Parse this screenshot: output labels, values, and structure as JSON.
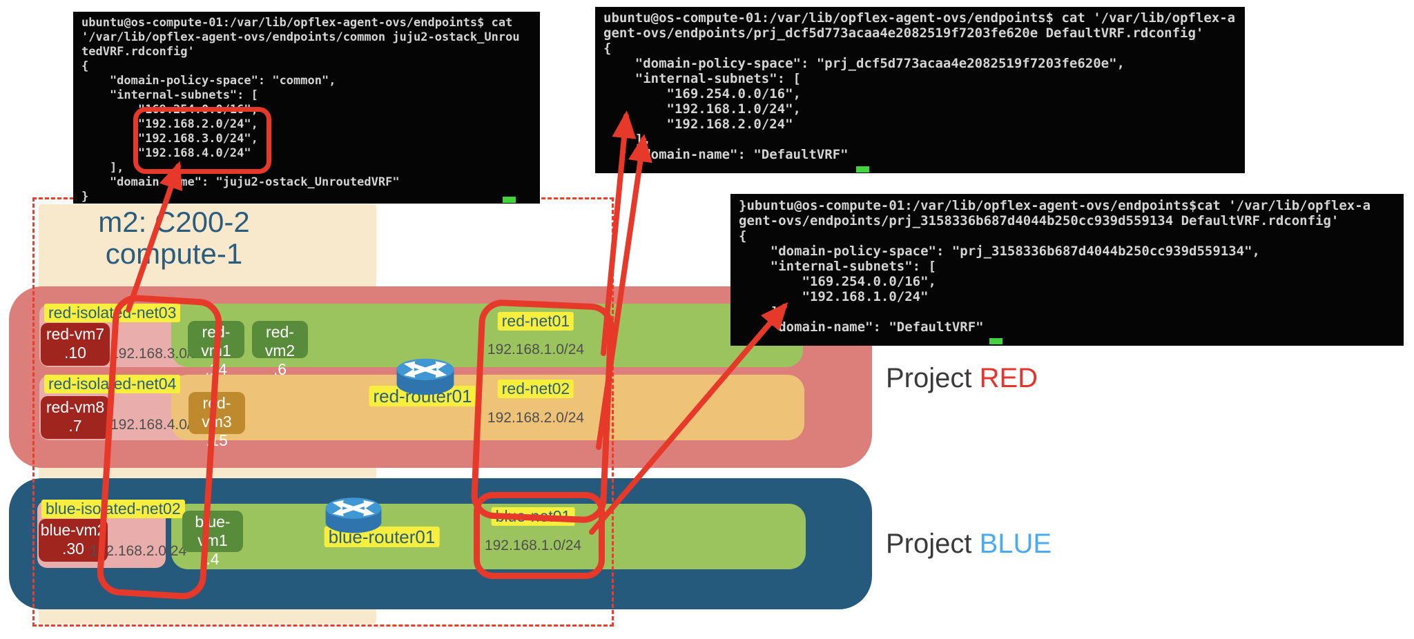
{
  "colors": {
    "band_red": "#dc7e79",
    "band_blue": "#255a7c",
    "row_green": "#9cc45e",
    "row_orange": "#efc377",
    "vm_dark_red": "#a1251f",
    "vm_green": "#588b3a",
    "vm_brown": "#bf8a2e",
    "pink_box": "#e9aeab",
    "host_box": "#f9e9cc",
    "label_yellow": "#f8ee3d",
    "label_text": "#2b6077",
    "annotation_red": "#e6392a",
    "project_red_text": "#e8332a",
    "project_blue_text": "#4aabf2",
    "terminal_bg": "#050505",
    "terminal_text": "#d4d4d4",
    "cursor_green": "#43d33e"
  },
  "host": {
    "title_line1": "m2: C200-2",
    "title_line2": "compute-1"
  },
  "projects": {
    "red": {
      "prefix": "Project ",
      "name": "RED"
    },
    "blue": {
      "prefix": "Project ",
      "name": "BLUE"
    }
  },
  "red": {
    "isolated1": {
      "label": "red-isolated-net03",
      "vm_name": "red-vm7",
      "vm_ip": ".10",
      "subnet": "192.168.3.0/24"
    },
    "isolated2": {
      "label": "red-isolated-net04",
      "vm_name": "red-vm8",
      "vm_ip": ".7",
      "subnet": "192.168.4.0/24"
    },
    "net01": {
      "label": "red-net01",
      "subnet": "192.168.1.0/24",
      "vm1_name": "red-vm1",
      "vm1_ip": ".14",
      "vm2_name": "red-vm2",
      "vm2_ip": ".6"
    },
    "net02": {
      "label": "red-net02",
      "subnet": "192.168.2.0/24",
      "vm_name": "red-vm3",
      "vm_ip": ".15"
    },
    "router_label": "red-router01"
  },
  "blue": {
    "isolated": {
      "label": "blue-isolated-net02",
      "vm_name": "blue-vm2",
      "vm_ip": ".30",
      "subnet": "192.168.2.0/24"
    },
    "net01": {
      "label": "blue-net01",
      "subnet": "192.168.1.0/24",
      "vm_name": "blue-vm1",
      "vm_ip": ".4"
    },
    "router_label": "blue-router01"
  },
  "terminals": [
    {
      "lines": [
        "ubuntu@os-compute-01:/var/lib/opflex-agent-ovs/endpoints$ cat",
        "'/var/lib/opflex-agent-ovs/endpoints/common juju2-ostack_Unrou",
        "tedVRF.rdconfig'",
        "{",
        "    \"domain-policy-space\": \"common\",",
        "    \"internal-subnets\": [",
        "        \"169.254.0.0/16\",",
        "        \"192.168.2.0/24\",",
        "        \"192.168.3.0/24\",",
        "        \"192.168.4.0/24\"",
        "    ],",
        "    \"domain-name\": \"juju2-ostack_UnroutedVRF\"",
        "}"
      ]
    },
    {
      "lines": [
        "ubuntu@os-compute-01:/var/lib/opflex-agent-ovs/endpoints$ cat '/var/lib/opflex-a",
        "gent-ovs/endpoints/prj_dcf5d773acaa4e2082519f7203fe620e DefaultVRF.rdconfig'",
        "{",
        "    \"domain-policy-space\": \"prj_dcf5d773acaa4e2082519f7203fe620e\",",
        "    \"internal-subnets\": [",
        "        \"169.254.0.0/16\",",
        "        \"192.168.1.0/24\",",
        "        \"192.168.2.0/24\"",
        "    ],",
        "    \"domain-name\": \"DefaultVRF\""
      ]
    },
    {
      "lines": [
        "}ubuntu@os-compute-01:/var/lib/opflex-agent-ovs/endpoints$cat '/var/lib/opflex-a",
        "gent-ovs/endpoints/prj_3158336b687d4044b250cc939d559134 DefaultVRF.rdconfig'",
        "{",
        "    \"domain-policy-space\": \"prj_3158336b687d4044b250cc939d559134\",",
        "    \"internal-subnets\": [",
        "        \"169.254.0.0/16\",",
        "        \"192.168.1.0/24\"",
        "    ]",
        "    \"domain-name\": \"DefaultVRF\""
      ]
    }
  ]
}
